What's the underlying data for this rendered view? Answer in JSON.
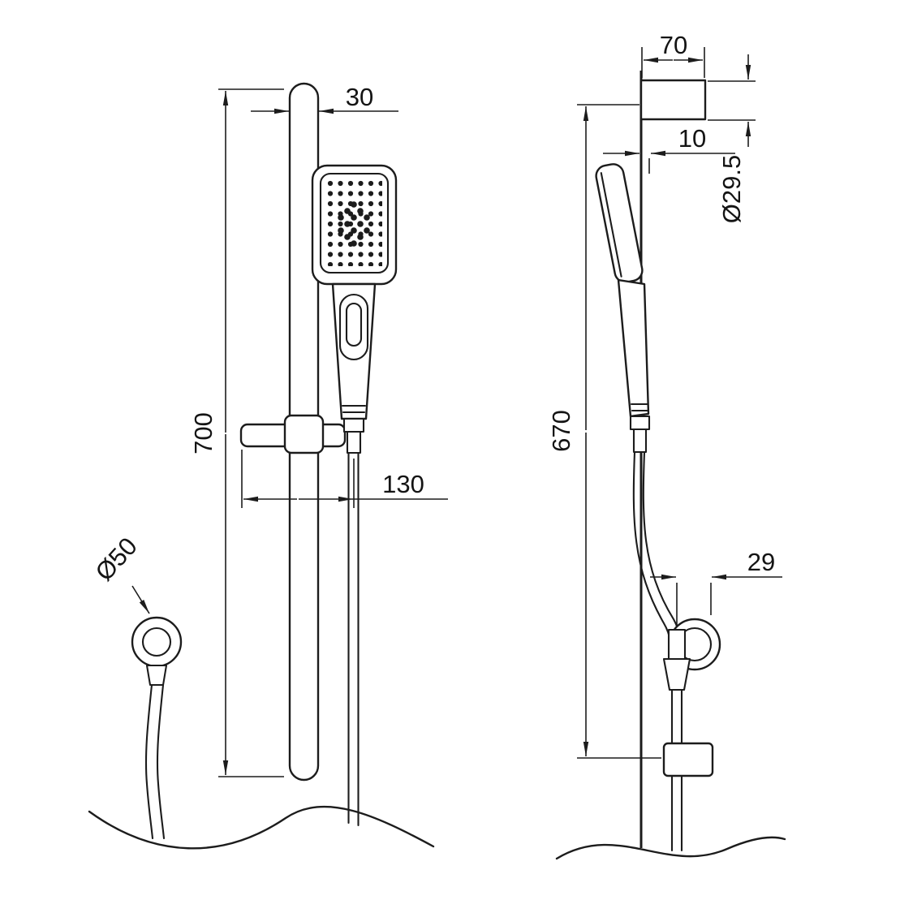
{
  "drawing": {
    "kind": "technical dimension drawing",
    "subject": "shower slide rail kit with hand shower, front and side elevation views",
    "colors": {
      "line": "#1c1c1c",
      "background": "#ffffff"
    },
    "labels": {
      "rail_width": "30",
      "rail_length": "700",
      "bracket_to_hose": "130",
      "outlet_diameter": "Ø50",
      "top_bracket_depth": "70",
      "head_wall_gap": "10",
      "bracket_diameter": "Ø29.5",
      "side_overall": "670",
      "holder_offset": "29"
    }
  }
}
